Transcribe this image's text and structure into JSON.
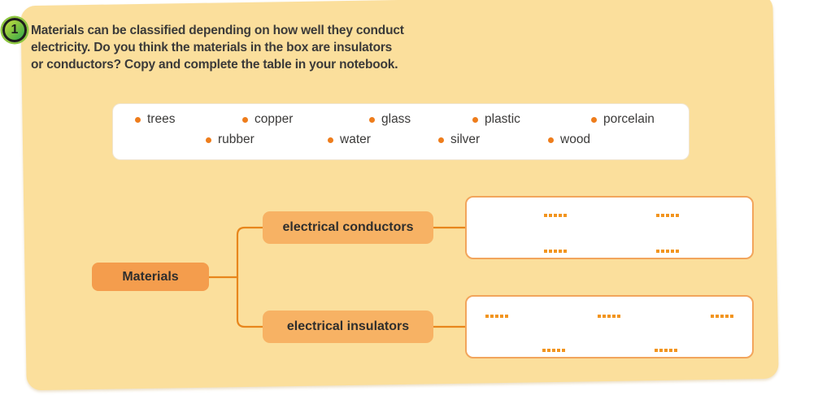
{
  "badge": {
    "number": "1"
  },
  "instructions": {
    "lines": [
      "Materials can be classified depending on how well they conduct",
      "electricity. Do you think the materials in the box are insulators",
      "or conductors? Copy and complete the table in your notebook."
    ]
  },
  "materials_box": {
    "items": [
      "trees",
      "copper",
      "glass",
      "plastic",
      "porcelain",
      "rubber",
      "water",
      "silver",
      "wood"
    ]
  },
  "diagram": {
    "root_label": "Materials",
    "branches": [
      {
        "label": "electrical conductors",
        "slots": [
          ".....",
          ".....",
          ".....",
          "....."
        ]
      },
      {
        "label": "electrical insulators",
        "slots": [
          ".....",
          ".....",
          ".....",
          ".....",
          "....."
        ]
      }
    ]
  },
  "colors": {
    "panel_background": "#FBDF9C",
    "root_node": "#F49D4D",
    "branch_node": "#F7B264",
    "connector_line": "#E8861C",
    "answer_box_border": "#F2A55C",
    "dot_orange": "#F2951F",
    "bullet_orange": "#EE7D1C",
    "badge_green": "#8DC63F",
    "text": "#3B3A39"
  }
}
